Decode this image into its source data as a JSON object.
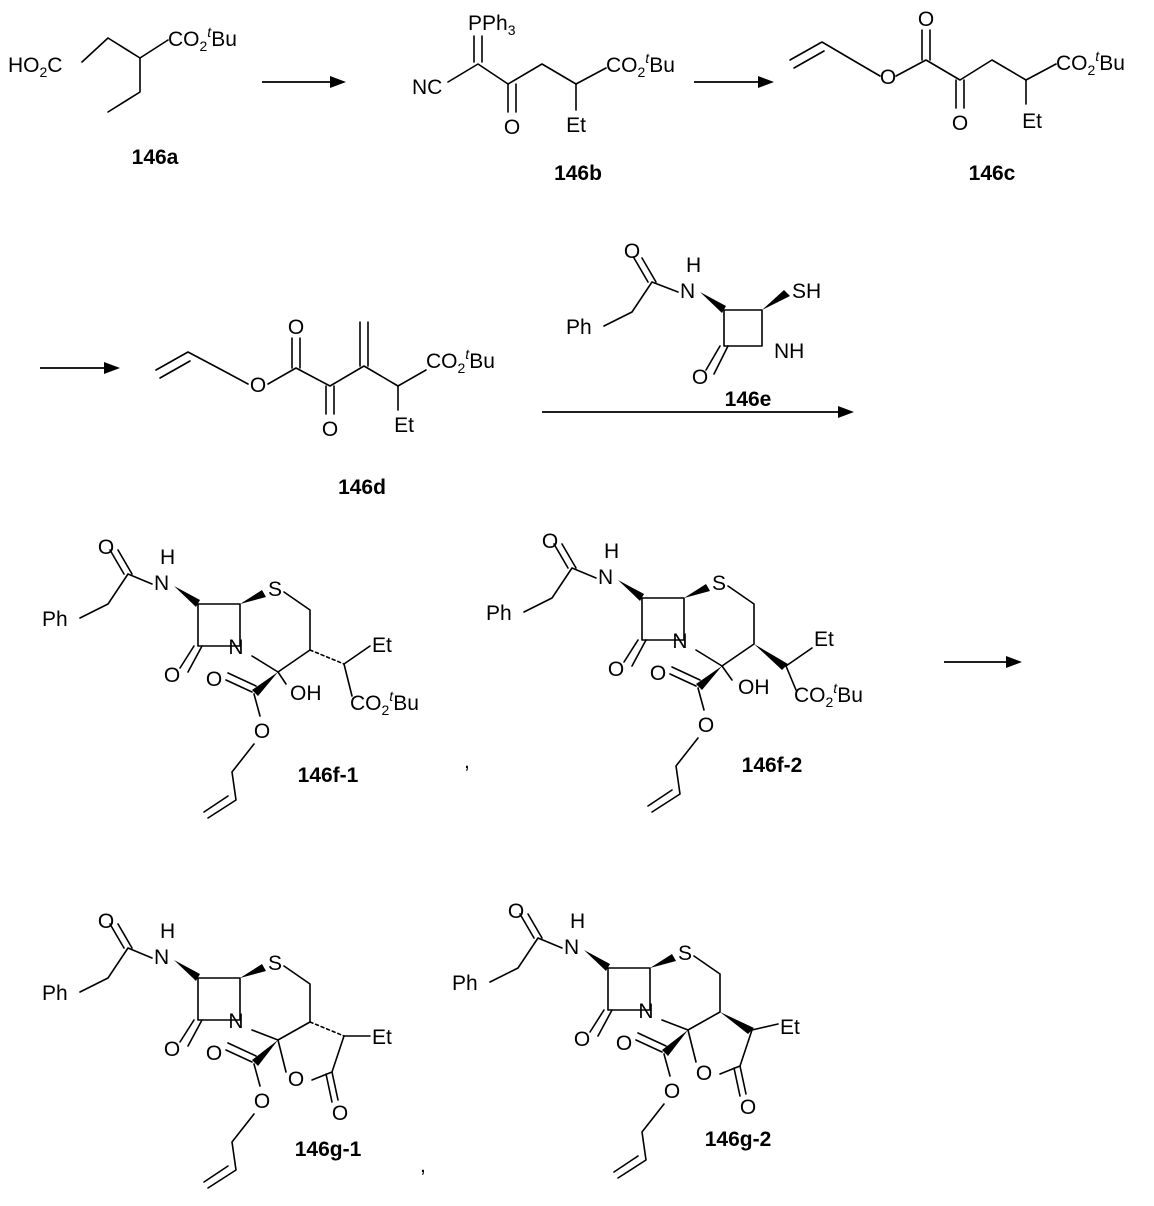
{
  "compounds": [
    {
      "id": "146a"
    },
    {
      "id": "146b"
    },
    {
      "id": "146c"
    },
    {
      "id": "146d"
    },
    {
      "id": "146e"
    },
    {
      "id": "146f-1"
    },
    {
      "id": "146f-2"
    },
    {
      "id": "146g-1"
    },
    {
      "id": "146g-2"
    }
  ],
  "labels": {
    "ho2c": "HO2C",
    "co2tbu": "CO2tBu",
    "pph3": "PPh3",
    "nc": "NC",
    "o": "O",
    "et": "Et",
    "ph": "Ph",
    "h": "H",
    "n": "N",
    "nh": "NH",
    "sh": "SH",
    "s": "S",
    "oh": "OH"
  },
  "separators": {
    "comma": ","
  }
}
